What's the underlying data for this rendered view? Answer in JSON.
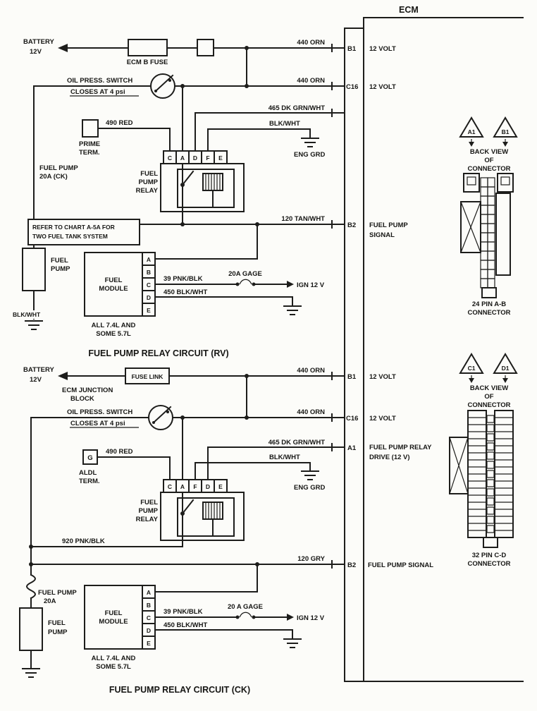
{
  "ecm": {
    "title": "ECM"
  },
  "rv": {
    "battery1": "BATTERY",
    "battery2": "12V",
    "fuse": "ECM B FUSE",
    "oil1": "OIL PRESS. SWITCH",
    "oil2": "CLOSES AT 4 psi",
    "w440_b1": "440 ORN",
    "w440_c16": "440 ORN",
    "w465": "465 DK GRN/WHT",
    "wblk": "BLK/WHT",
    "enggrd": "ENG GRD",
    "prime1": "PRIME",
    "prime2": "TERM.",
    "w490": "490 RED",
    "breaker1": "FUEL PUMP",
    "breaker2": "20A (CK)",
    "relay1": "FUEL",
    "relay2": "PUMP",
    "relay3": "RELAY",
    "rterm": [
      "C",
      "A",
      "D",
      "F",
      "E"
    ],
    "note1": "REFER TO CHART A-5A FOR",
    "note2": "TWO FUEL TANK SYSTEM",
    "w120": "120 TAN/WHT",
    "pump1": "FUEL",
    "pump2": "PUMP",
    "wpumpgnd": "BLK/WHT",
    "module1": "FUEL",
    "module2": "MODULE",
    "mterm": [
      "A",
      "B",
      "C",
      "D",
      "E"
    ],
    "w39": "39 PNK/BLK",
    "gage": "20A GAGE",
    "ign": "IGN 12 V",
    "w450": "450 BLK/WHT",
    "eng1": "ALL 7.4L AND",
    "eng2": "SOME 5.7L",
    "title": "FUEL PUMP RELAY CIRCUIT (RV)",
    "pin_b1": "B1",
    "fn_b1": "12 VOLT",
    "pin_c16": "C16",
    "fn_c16": "12 VOLT",
    "pin_b2": "B2",
    "fn_b2a": "FUEL PUMP",
    "fn_b2b": "SIGNAL"
  },
  "ck": {
    "battery1": "BATTERY",
    "battery2": "12V",
    "junction1": "ECM JUNCTION",
    "junction2": "BLOCK",
    "fuse": "FUSE LINK",
    "oil1": "OIL PRESS. SWITCH",
    "oil2": "CLOSES AT 4 psi",
    "w440_b1": "440 ORN",
    "w440_c16": "440 ORN",
    "w465": "465 DK GRN/WHT",
    "wblk": "BLK/WHT",
    "enggrd": "ENG GRD",
    "aldl_g": "G",
    "aldl1": "ALDL",
    "aldl2": "TERM.",
    "w490": "490 RED",
    "relay1": "FUEL",
    "relay2": "PUMP",
    "relay3": "RELAY",
    "rterm": [
      "C",
      "A",
      "F",
      "D",
      "E"
    ],
    "w920": "920 PNK/BLK",
    "w120": "120 GRY",
    "breaker1": "FUEL PUMP",
    "breaker2": "20A",
    "pump1": "FUEL",
    "pump2": "PUMP",
    "module1": "FUEL",
    "module2": "MODULE",
    "mterm": [
      "A",
      "B",
      "C",
      "D",
      "E"
    ],
    "w39": "39 PNK/BLK",
    "gage": "20 A GAGE",
    "ign": "IGN 12 V",
    "w450": "450 BLK/WHT",
    "eng1": "ALL 7.4L AND",
    "eng2": "SOME 5.7L",
    "title": "FUEL PUMP RELAY CIRCUIT (CK)",
    "pin_b1": "B1",
    "fn_b1": "12 VOLT",
    "pin_c16": "C16",
    "fn_c16": "12 VOLT",
    "pin_a1": "A1",
    "fn_a1a": "FUEL PUMP RELAY",
    "fn_a1b": "DRIVE (12 V)",
    "pin_b2": "B2",
    "fn_b2": "FUEL PUMP SIGNAL"
  },
  "conn24": {
    "marker_a": "A1",
    "marker_b": "B1",
    "back1": "BACK VIEW",
    "back2": "OF",
    "back3": "CONNECTOR",
    "caption1": "24 PIN A-B",
    "caption2": "CONNECTOR"
  },
  "conn32": {
    "marker_c": "C1",
    "marker_d": "D1",
    "back1": "BACK VIEW",
    "back2": "OF",
    "back3": "CONNECTOR",
    "caption1": "32 PIN C-D",
    "caption2": "CONNECTOR"
  }
}
